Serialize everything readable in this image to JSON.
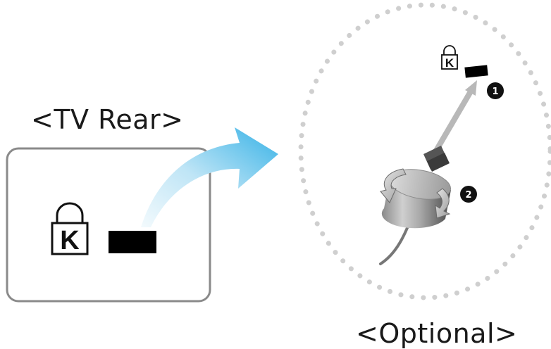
{
  "labels": {
    "tv_rear": "<TV Rear>",
    "optional": "<Optional>"
  },
  "kensington_symbol": {
    "letter": "K"
  },
  "steps": [
    {
      "number": "1"
    },
    {
      "number": "2"
    }
  ],
  "colors": {
    "panel_border": "#8a8a8a",
    "slot": "#000000",
    "arrow_light": "#eaf6fc",
    "arrow_dark": "#3fb6e8",
    "dotted_circle": "#cfcfcf",
    "insert_arrow": "#b8b8b8",
    "step_badge": "#111111"
  }
}
